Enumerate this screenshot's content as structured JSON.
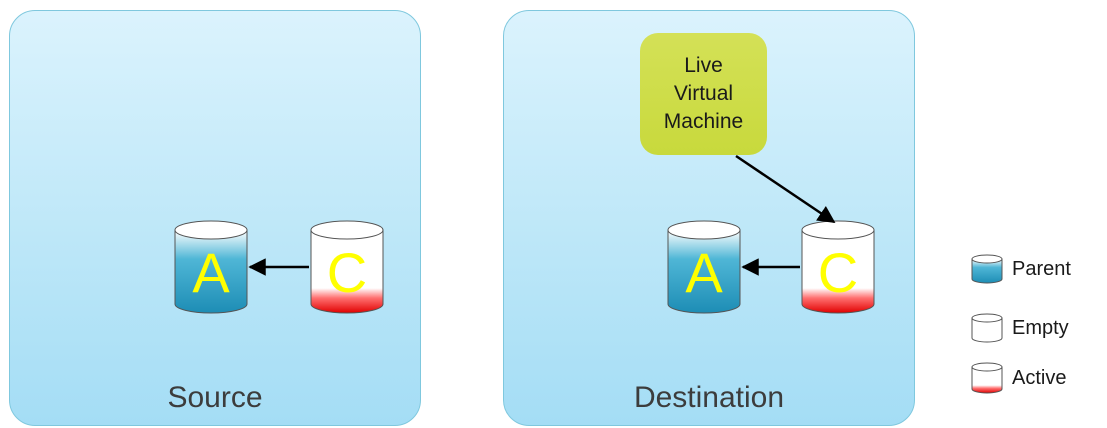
{
  "panels": {
    "source": {
      "title": "Source"
    },
    "destination": {
      "title": "Destination"
    }
  },
  "vm": {
    "lines": [
      "Live",
      "Virtual",
      "Machine"
    ]
  },
  "disks": {
    "source_parent": {
      "letter": "A",
      "type": "parent"
    },
    "source_child": {
      "letter": "C",
      "type": "active"
    },
    "dest_parent": {
      "letter": "A",
      "type": "parent"
    },
    "dest_child": {
      "letter": "C",
      "type": "active"
    }
  },
  "legend": {
    "parent": "Parent",
    "empty": "Empty",
    "active": "Active"
  },
  "colors": {
    "parent": "#2aa3c8",
    "active": "#ee0000",
    "vm_box": "#cddc39",
    "letter": "#ffff00"
  }
}
